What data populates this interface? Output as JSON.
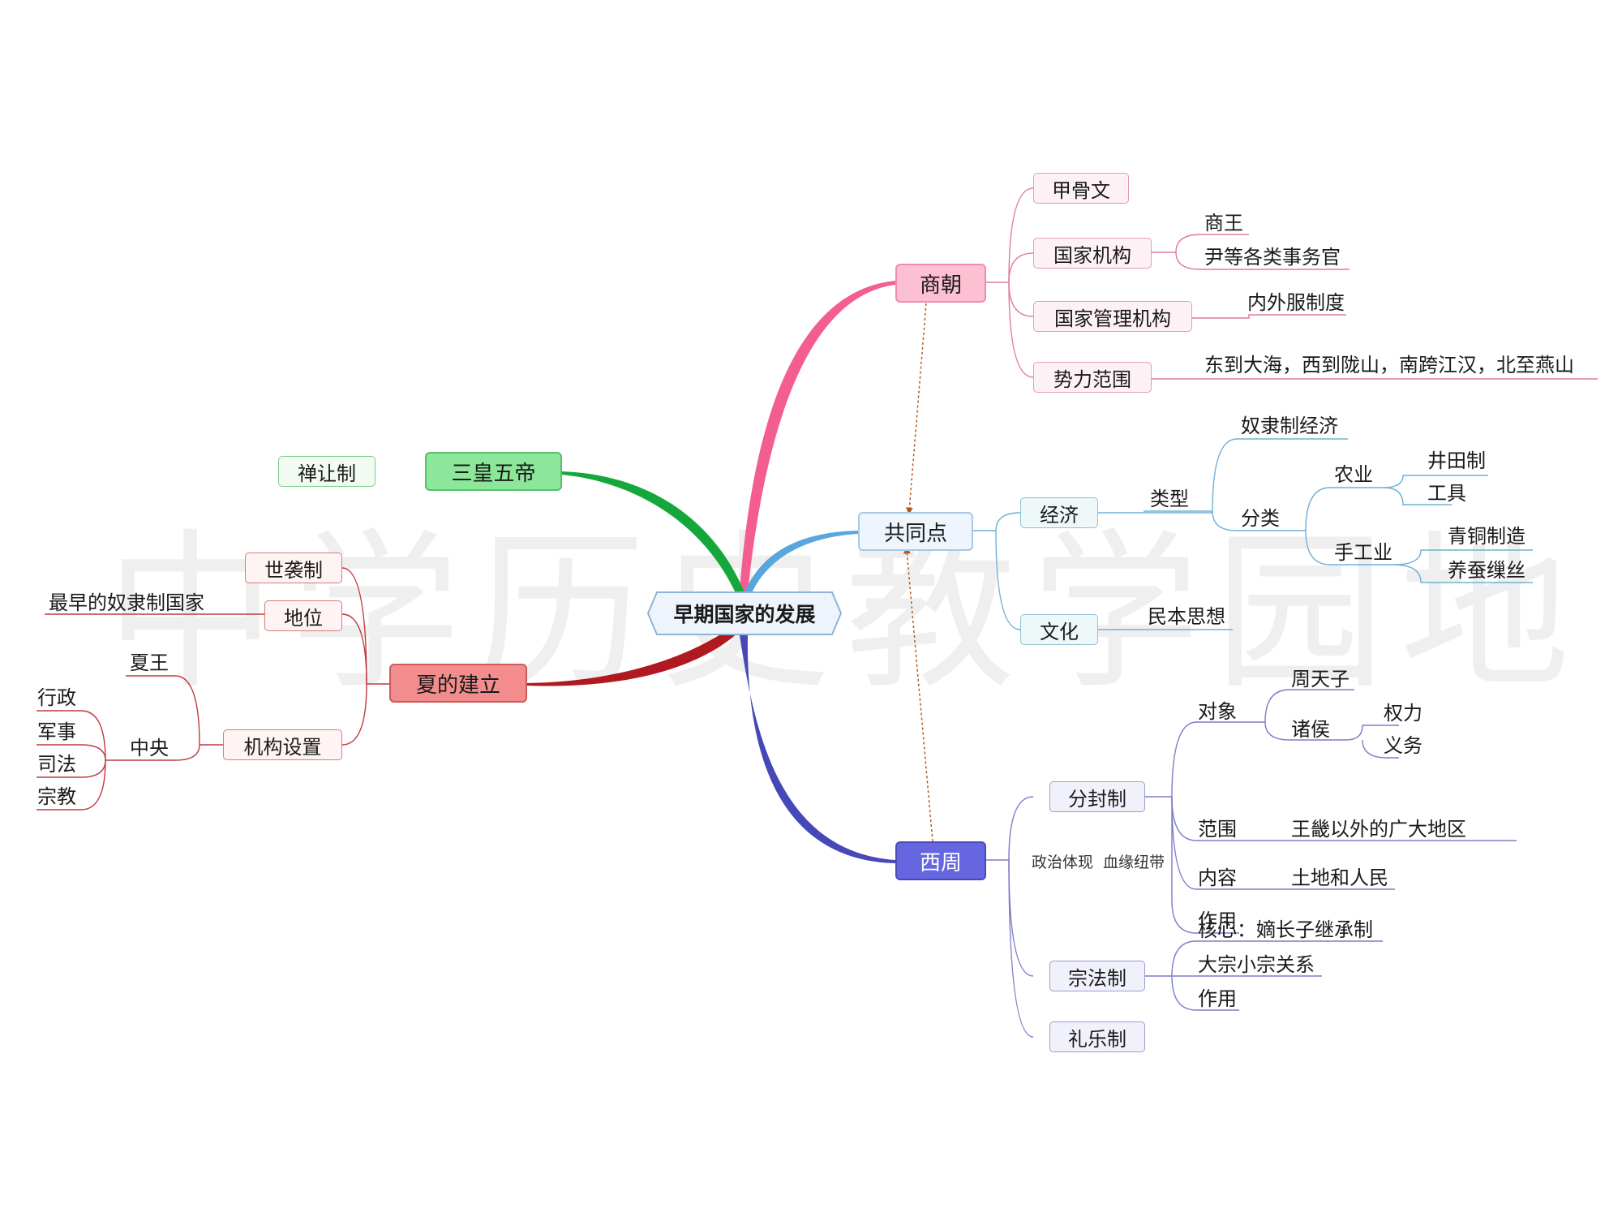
{
  "watermark": "中学历史教学园地",
  "center": "早期国家的发展",
  "colors": {
    "shang": "#f45d91",
    "common": "#57a7dd",
    "zhou": "#4748b7",
    "sanhuang": "#14a83c",
    "xia": "#b0191f",
    "relation": "#b45a1e"
  },
  "shang": {
    "title": "商朝",
    "oracle": "甲骨文",
    "org": "国家机构",
    "org_1": "商王",
    "org_2": "尹等各类事务官",
    "mgmt": "国家管理机构",
    "mgmt_1": "内外服制度",
    "territory": "势力范围",
    "territory_1": "东到大海，西到陇山，南跨江汉，北至燕山"
  },
  "common": {
    "title": "共同点",
    "economy": "经济",
    "type": "类型",
    "slave": "奴隶制经济",
    "category": "分类",
    "agri": "农业",
    "well": "井田制",
    "tools": "工具",
    "craft": "手工业",
    "bronze": "青铜制造",
    "silk": "养蚕缫丝",
    "culture": "文化",
    "minben": "民本思想"
  },
  "zhou": {
    "title": "西周",
    "fenfeng": "分封制",
    "politics_label": "政治体现",
    "blood_label": "血缘纽带",
    "object": "对象",
    "tianzi": "周天子",
    "zhuhou": "诸侯",
    "power": "权力",
    "duty": "义务",
    "scope": "范围",
    "scope_1": "王畿以外的广大地区",
    "content": "内容",
    "content_1": "土地和人民",
    "effect": "作用",
    "zongfa": "宗法制",
    "core": "核心：嫡长子继承制",
    "dazong": "大宗小宗关系",
    "effect2": "作用",
    "liyue": "礼乐制"
  },
  "sanhuang": {
    "title": "三皇五帝",
    "shanrang": "禅让制"
  },
  "xia": {
    "title": "夏的建立",
    "shixi": "世袭制",
    "status": "地位",
    "status_1": "最早的奴隶制国家",
    "jigou": "机构设置",
    "xiawang": "夏王",
    "central": "中央",
    "xingzheng": "行政",
    "junshi": "军事",
    "sifa": "司法",
    "zongjiao": "宗教"
  }
}
